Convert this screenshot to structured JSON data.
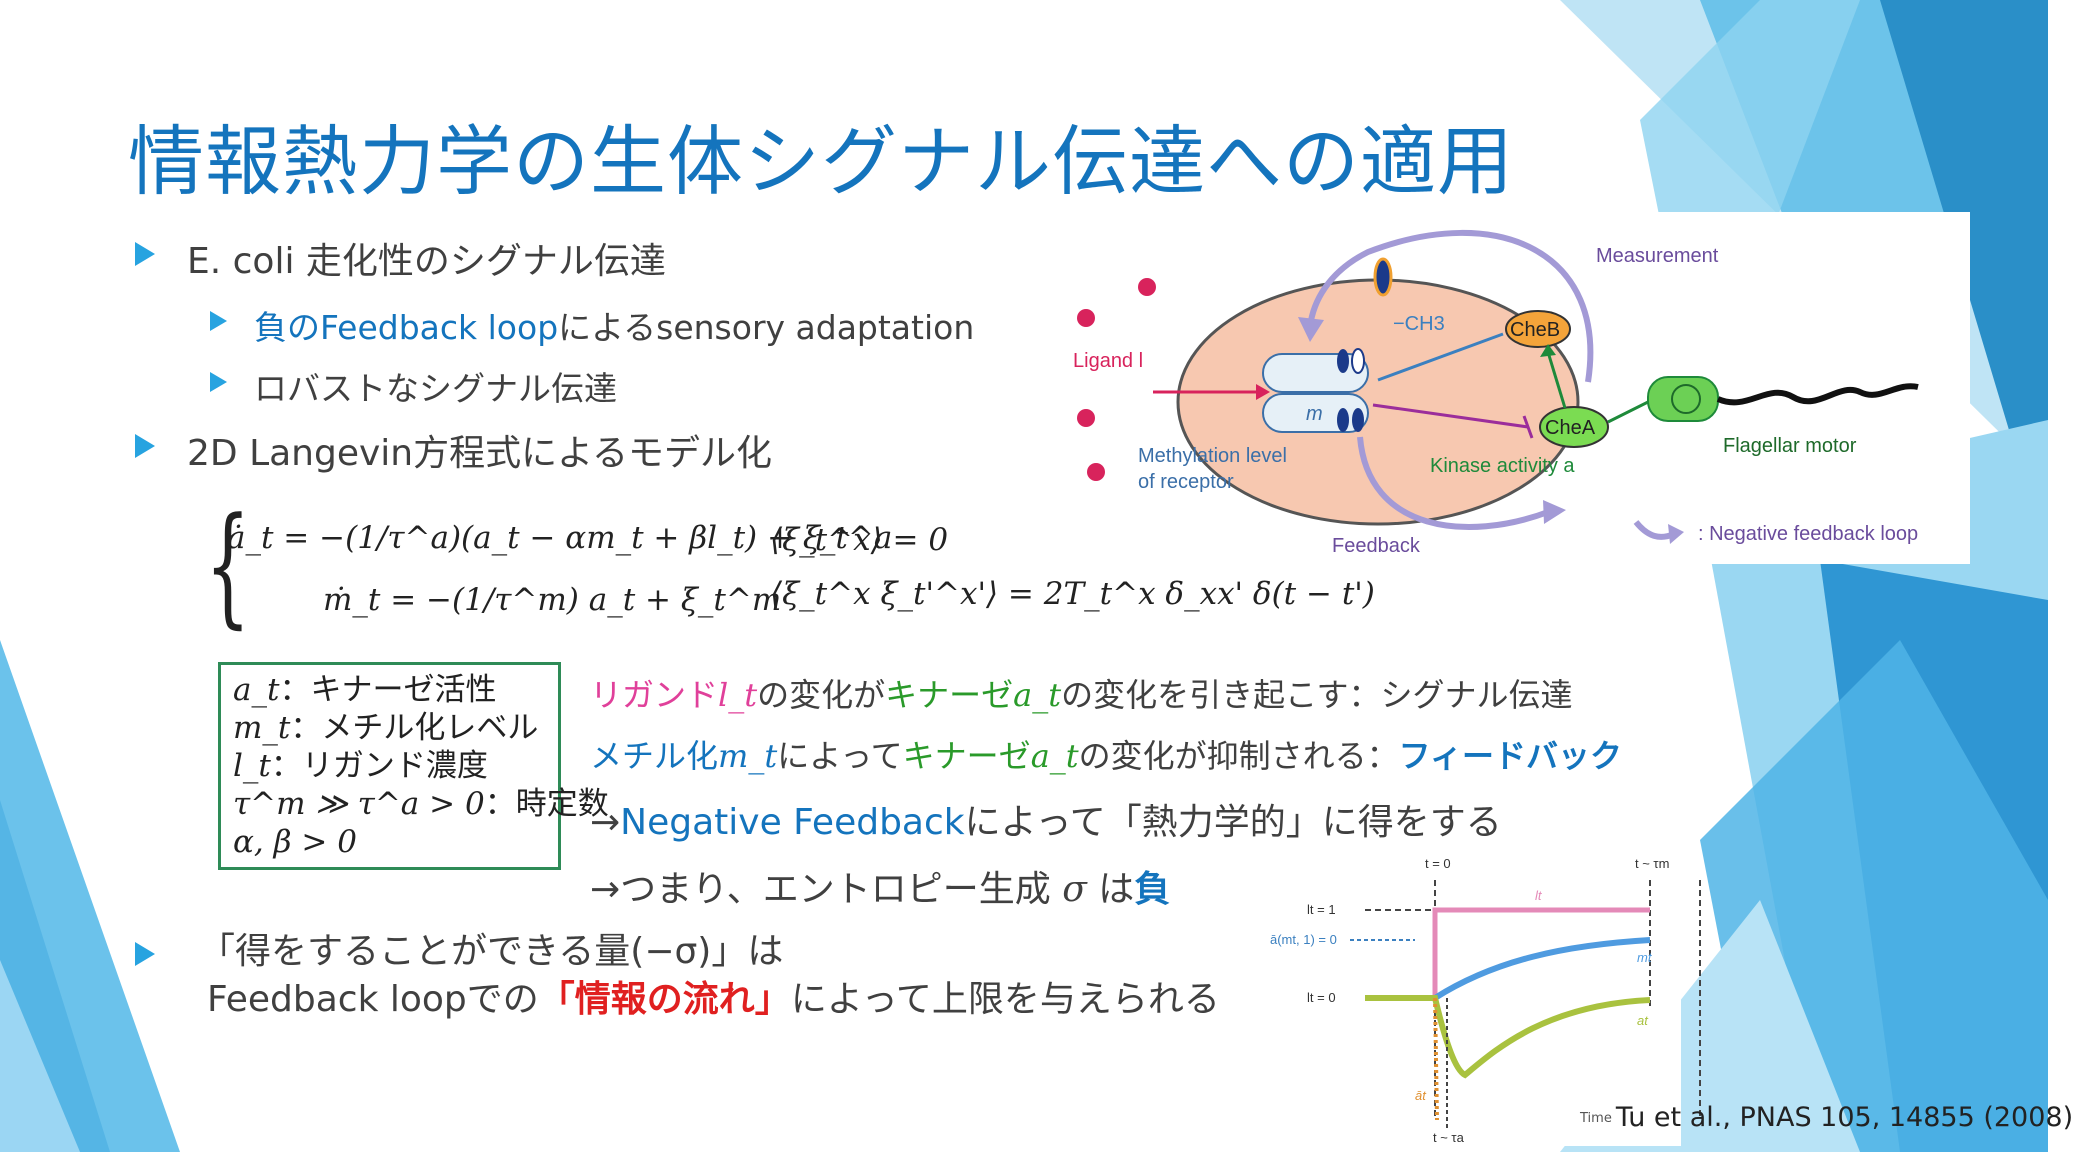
{
  "title": "情報熱力学の生体シグナル伝達への適用",
  "bullets": {
    "b1": "E. coli 走化性のシグナル伝達",
    "b1_sub1_blue": "負のFeedback loop",
    "b1_sub1_rest": "によるsensory adaptation",
    "b1_sub2": "ロバストなシグナル伝達",
    "b2": "2D Langevin方程式によるモデル化",
    "b3_line1": "「得をすることができる量(−σ)」は",
    "b3_line2_pre": "Feedback loopでの",
    "b3_line2_red": "「情報の流れ」",
    "b3_line2_post": "によって上限を与えられる"
  },
  "equations": {
    "eq1": "ȧ_t = −(1/τ^a)(a_t − αm_t + βl_t) + ξ_t^a",
    "eq2": "ṁ_t = −(1/τ^m) a_t + ξ_t^m",
    "noise1": "⟨ξ_t^x⟩ = 0",
    "noise2": "⟨ξ_t^x ξ_t'^x'⟩ = 2T_t^x δ_xx' δ(t − t')"
  },
  "definitions": {
    "d1_sym": "a_t",
    "d1_text": "：キナーゼ活性",
    "d2_sym": "m_t",
    "d2_text": "：メチル化レベル",
    "d3_sym": "l_t",
    "d3_text": "：リガンド濃度",
    "d4_sym": "τ^m ≫ τ^a > 0",
    "d4_text": "：時定数",
    "d5_sym": "α, β > 0"
  },
  "explanations": {
    "e1_pink": "リガンド",
    "e1_pink_sym": "l_t",
    "e1_mid": "の変化が",
    "e1_green": "キナーゼ",
    "e1_green_sym": "a_t",
    "e1_rest": "の変化を引き起こす：シグナル伝達",
    "e2_blue": "メチル化",
    "e2_blue_sym": "m_t",
    "e2_mid": "によって",
    "e2_green": "キナーゼ",
    "e2_green_sym": "a_t",
    "e2_rest": "の変化が抑制される：",
    "e2_bold": "フィードバック",
    "e3_pre": "→",
    "e3_blue": "Negative Feedback",
    "e3_rest": "によって「熱力学的」に得をする",
    "e4_pre": "→つまり、エントロピー生成",
    "e4_sym": "σ",
    "e4_mid": "は",
    "e4_bold": "負"
  },
  "figure_top": {
    "measurement": "Measurement",
    "ligand": "Ligand l",
    "ch3": "−CH3",
    "cheb": "CheB",
    "chea": "CheA",
    "m_label": "m",
    "methylation1": "Methylation level",
    "methylation2": "of receptor",
    "kinase": "Kinase activity  a",
    "flagellar": "Flagellar motor",
    "feedback": "Feedback",
    "nfl": ": Negative feedback loop"
  },
  "figure_bottom": {
    "t0": "t = 0",
    "ttm": "t ~ τm",
    "lt1": "lt = 1",
    "abar": "ā(mt, 1) = 0",
    "lt0": "lt = 0",
    "lt_label": "lt",
    "mt_label": "mt",
    "at_label": "at",
    "abar_t": "āt",
    "tta": "t ~ τa",
    "time": "Time"
  },
  "credit": "Tu et al., PNAS 105, 14855 (2008)",
  "colors": {
    "title": "#1474bd",
    "accent_cyan": "#27a3e0",
    "pink": "#e0409a",
    "green": "#2a9a2a",
    "red": "#e02020"
  }
}
